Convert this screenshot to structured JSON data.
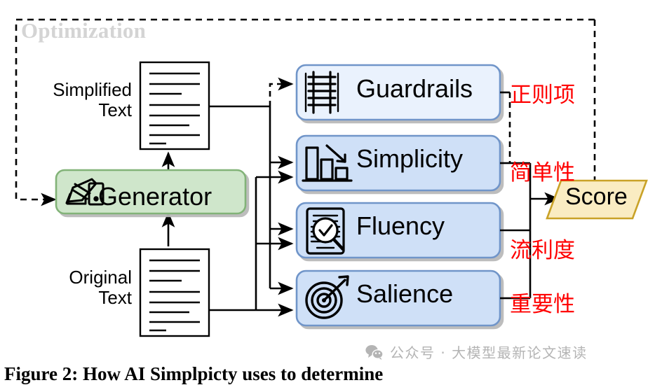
{
  "figure": {
    "loop_label": "Optimization",
    "caption": "Figure 2: How AI Simplpicty uses to determine",
    "accent_red": "#ff0000",
    "generator_fill": "#cfe6cb",
    "generator_stroke": "#82b378",
    "guardrails_fill": "#eaf2fd",
    "critic_fill": "#cfe0f7",
    "critic_stroke": "#7095c9",
    "score_fill": "#faecc2",
    "score_stroke": "#c9a227",
    "loop_stroke": "#000000"
  },
  "inputs": [
    {
      "id": "simplified",
      "label": "Simplified\nText",
      "icon": "document-icon"
    },
    {
      "id": "original",
      "label": "Original\nText",
      "icon": "document-icon"
    }
  ],
  "generator": {
    "label": "Generator",
    "icon": "pencil-writing-icon"
  },
  "critics": [
    {
      "id": "guardrails",
      "label": "Guardrails",
      "icon": "railroad-track-icon",
      "annotation": "正则项"
    },
    {
      "id": "simplicity",
      "label": "Simplicity",
      "icon": "bar-chart-down-icon",
      "annotation": "简单性"
    },
    {
      "id": "fluency",
      "label": "Fluency",
      "icon": "document-check-magnifier-icon",
      "annotation": "流利度"
    },
    {
      "id": "salience",
      "label": "Salience",
      "icon": "target-arrow-icon",
      "annotation": "重要性"
    }
  ],
  "score": {
    "label": "Score",
    "shape": "parallelogram"
  },
  "watermark": {
    "icon": "wechat-icon",
    "text": "公众号 · 大模型最新论文速读"
  }
}
